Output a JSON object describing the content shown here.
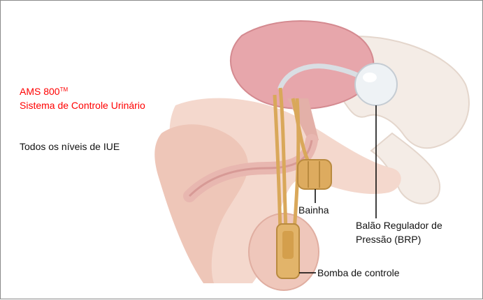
{
  "product": {
    "name": "AMS 800",
    "trademark": "TM",
    "system": "Sistema de Controle Urinário"
  },
  "indication": "Todos os níveis de IUE",
  "callouts": {
    "cuff": "Bainha",
    "balloon_line1": "Balão Regulador de",
    "balloon_line2": "Pressão (BRP)",
    "pump": "Bomba de controle"
  },
  "colors": {
    "title": "#ff0000",
    "tissue": "#f2d3c8",
    "bladder": "#e8a9ad",
    "device": "#d9a85a",
    "balloon": "#eef2f5"
  }
}
